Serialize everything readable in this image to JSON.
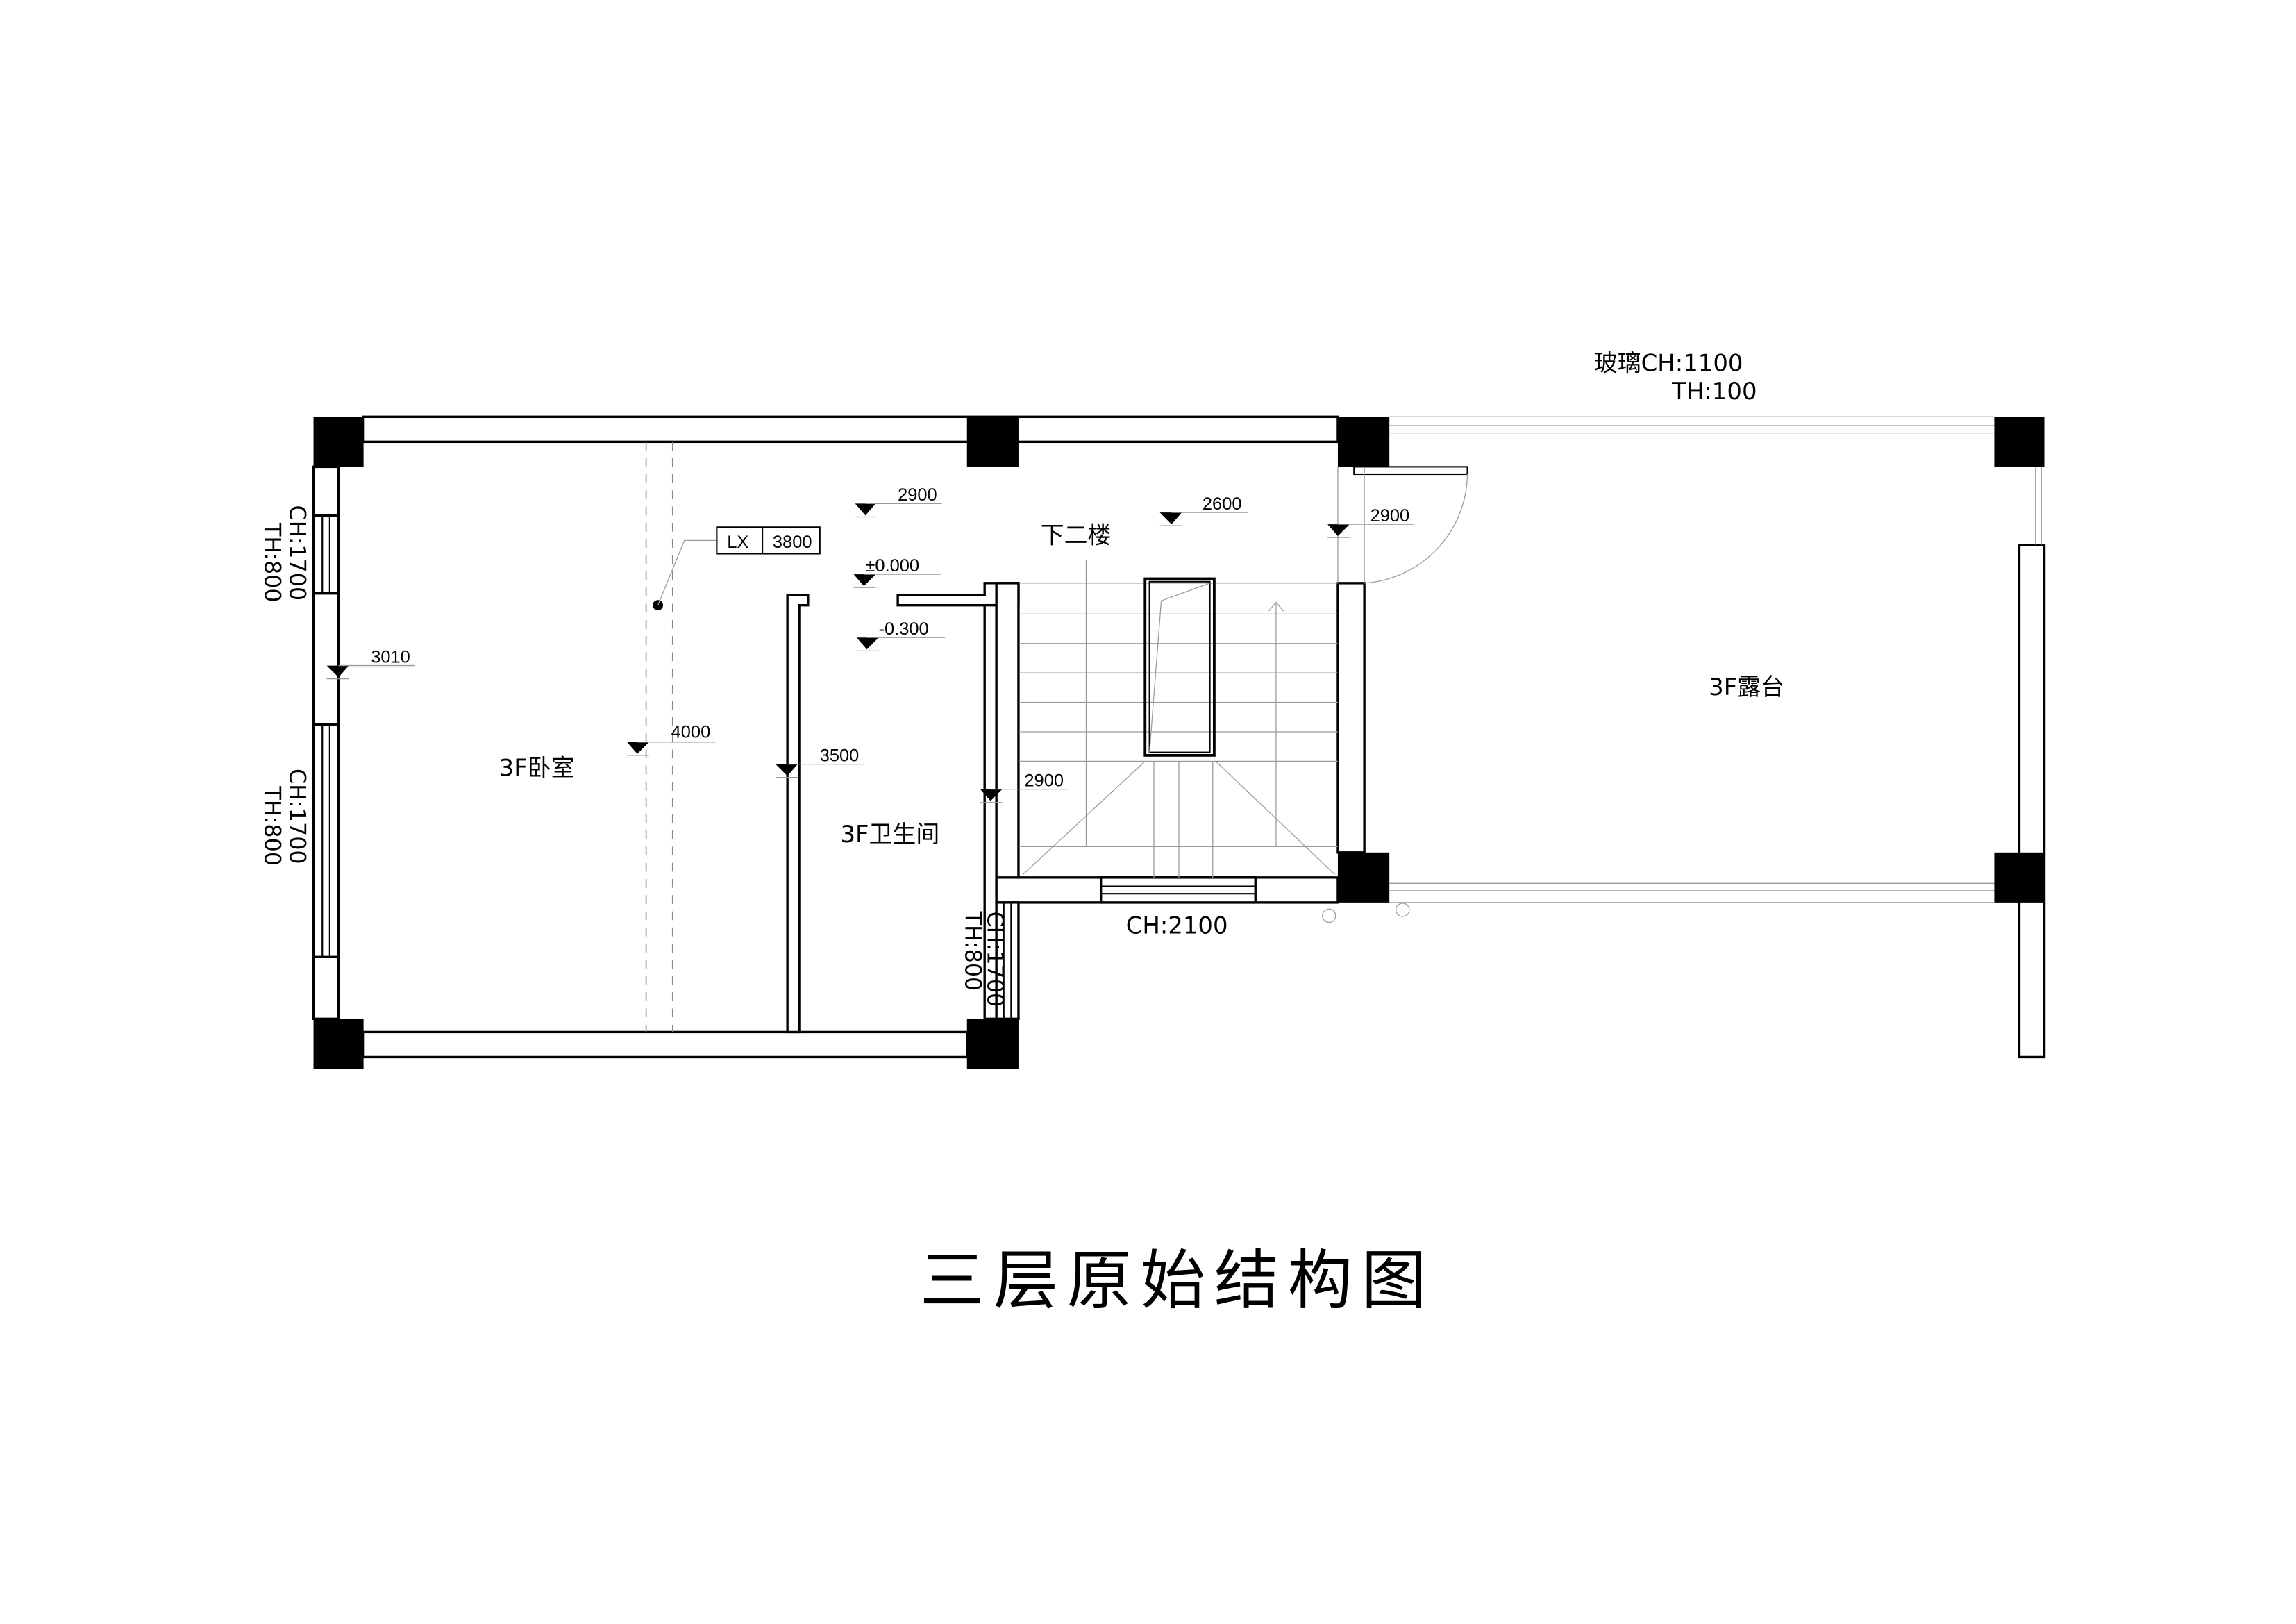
{
  "drawing": {
    "title": "三层原始结构图",
    "rooms": {
      "bedroom": "3F卧室",
      "bathroom": "3F卫生间",
      "stair": "下二楼",
      "terrace": "3F露台"
    },
    "elevations": {
      "e1": "2900",
      "e2": "2600",
      "e3": "2900",
      "e4": "±0.000",
      "e5": "-0.300",
      "e6": "3010",
      "e7": "4000",
      "e8": "3500",
      "e9": "2900"
    },
    "beam_tag": {
      "code": "LX",
      "value": "3800"
    },
    "windows": {
      "left_upper": {
        "ch": "CH:1700",
        "th": "TH:800"
      },
      "left_lower": {
        "ch": "CH:1700",
        "th": "TH:800"
      },
      "bathroom": {
        "ch": "CH:1700",
        "th": "TH:800"
      },
      "stair": {
        "ch": "CH:2100"
      }
    },
    "glass_rail": {
      "line1": "玻璃CH:1100",
      "line2": "TH:100"
    }
  }
}
